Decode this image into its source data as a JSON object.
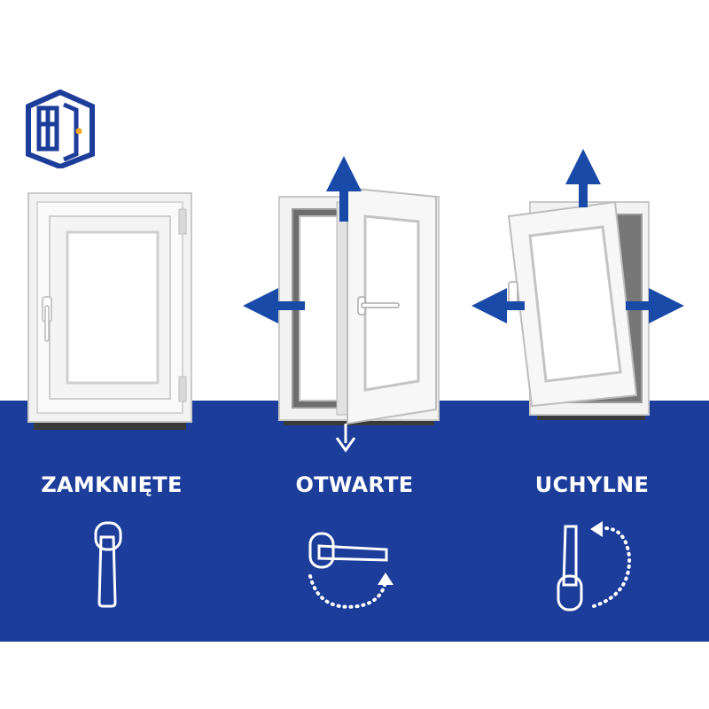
{
  "brand": {
    "logo_icon": "house-window-logo-icon",
    "primary_color": "#1d3d9a",
    "accent_color": "#f5a623"
  },
  "arrow_color": "#1a4aa8",
  "states": [
    {
      "label": "ZAMKNIĘTE",
      "window_icon": "closed-window-icon",
      "handle_icon": "handle-down-icon"
    },
    {
      "label": "OTWARTE",
      "window_icon": "open-window-icon",
      "handle_icon": "handle-horizontal-icon"
    },
    {
      "label": "UCHYLNE",
      "window_icon": "tilted-window-icon",
      "handle_icon": "handle-up-icon"
    }
  ]
}
